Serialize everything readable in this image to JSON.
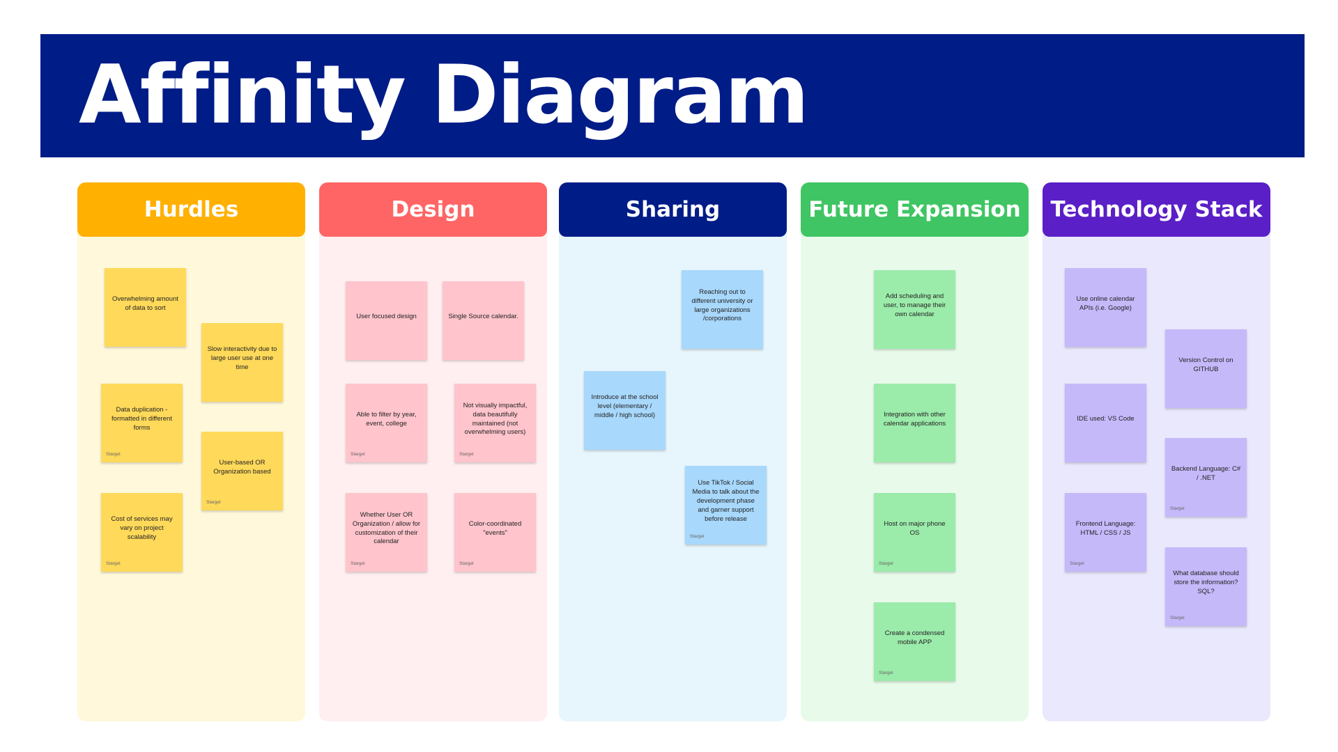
{
  "title": "Affinity Diagram",
  "colors": {
    "banner": "#001c87",
    "hurdles_header": "#ffb000",
    "hurdles_bg": "#fff8da",
    "hurdles_note": "#ffd95a",
    "design_header": "#ff6565",
    "design_bg": "#ffeff1",
    "design_note": "#ffc4cc",
    "sharing_header": "#001c87",
    "sharing_bg": "#e7f5fc",
    "sharing_note": "#a8d8fc",
    "future_header": "#3fc563",
    "future_bg": "#e8fbea",
    "future_note": "#9bebaa",
    "tech_header": "#5a1fc6",
    "tech_bg": "#e9e8fc",
    "tech_note": "#c6b9fa"
  },
  "columns": {
    "hurdles": {
      "header": "Hurdles",
      "notes": [
        {
          "text": "Overwhelming amount of data to sort",
          "author": ""
        },
        {
          "text": "Slow interactivity due to large user use at one time",
          "author": ""
        },
        {
          "text": "Data duplication - formatted in different forms",
          "author": "Stargel"
        },
        {
          "text": "User-based OR Organization based",
          "author": "Stargel"
        },
        {
          "text": "Cost of services may vary on project scalability",
          "author": "Stargel"
        }
      ]
    },
    "design": {
      "header": "Design",
      "notes": [
        {
          "text": "User focused design",
          "author": ""
        },
        {
          "text": "Single Source calendar.",
          "author": ""
        },
        {
          "text": "Able to filter by year, event, college",
          "author": "Stargel"
        },
        {
          "text": "Not visually impactful, data beautifully maintained (not overwhelming users)",
          "author": "Stargel"
        },
        {
          "text": "Whether User OR Organization / allow for customization of their calendar",
          "author": "Stargel"
        },
        {
          "text": "Color-coordinated \"events\"",
          "author": "Stargel"
        }
      ]
    },
    "sharing": {
      "header": "Sharing",
      "notes": [
        {
          "text": "Reaching out to different university or large organizations /corporations",
          "author": ""
        },
        {
          "text": "Introduce at the school level (elementary / middle / high school)",
          "author": ""
        },
        {
          "text": "Use TikTok / Social Media to talk about the development phase and garner support before release",
          "author": "Stargel"
        }
      ]
    },
    "future": {
      "header": "Future Expansion",
      "notes": [
        {
          "text": "Add scheduling and user, to manage their own calendar",
          "author": ""
        },
        {
          "text": "Integration with other calendar applications",
          "author": ""
        },
        {
          "text": "Host on major phone OS",
          "author": "Stargel"
        },
        {
          "text": "Create a condensed mobile APP",
          "author": "Stargel"
        }
      ]
    },
    "tech": {
      "header": "Technology Stack",
      "notes": [
        {
          "text": "Use online calendar APIs (i.e. Google)",
          "author": ""
        },
        {
          "text": "Version Control on GITHUB",
          "author": ""
        },
        {
          "text": "IDE used: VS Code",
          "author": ""
        },
        {
          "text": "Backend Language: C# / .NET",
          "author": "Stargel"
        },
        {
          "text": "Frontend Language: HTML / CSS / JS",
          "author": "Stargel"
        },
        {
          "text": "What database should store the information? SQL?",
          "author": "Stargel"
        }
      ]
    }
  }
}
